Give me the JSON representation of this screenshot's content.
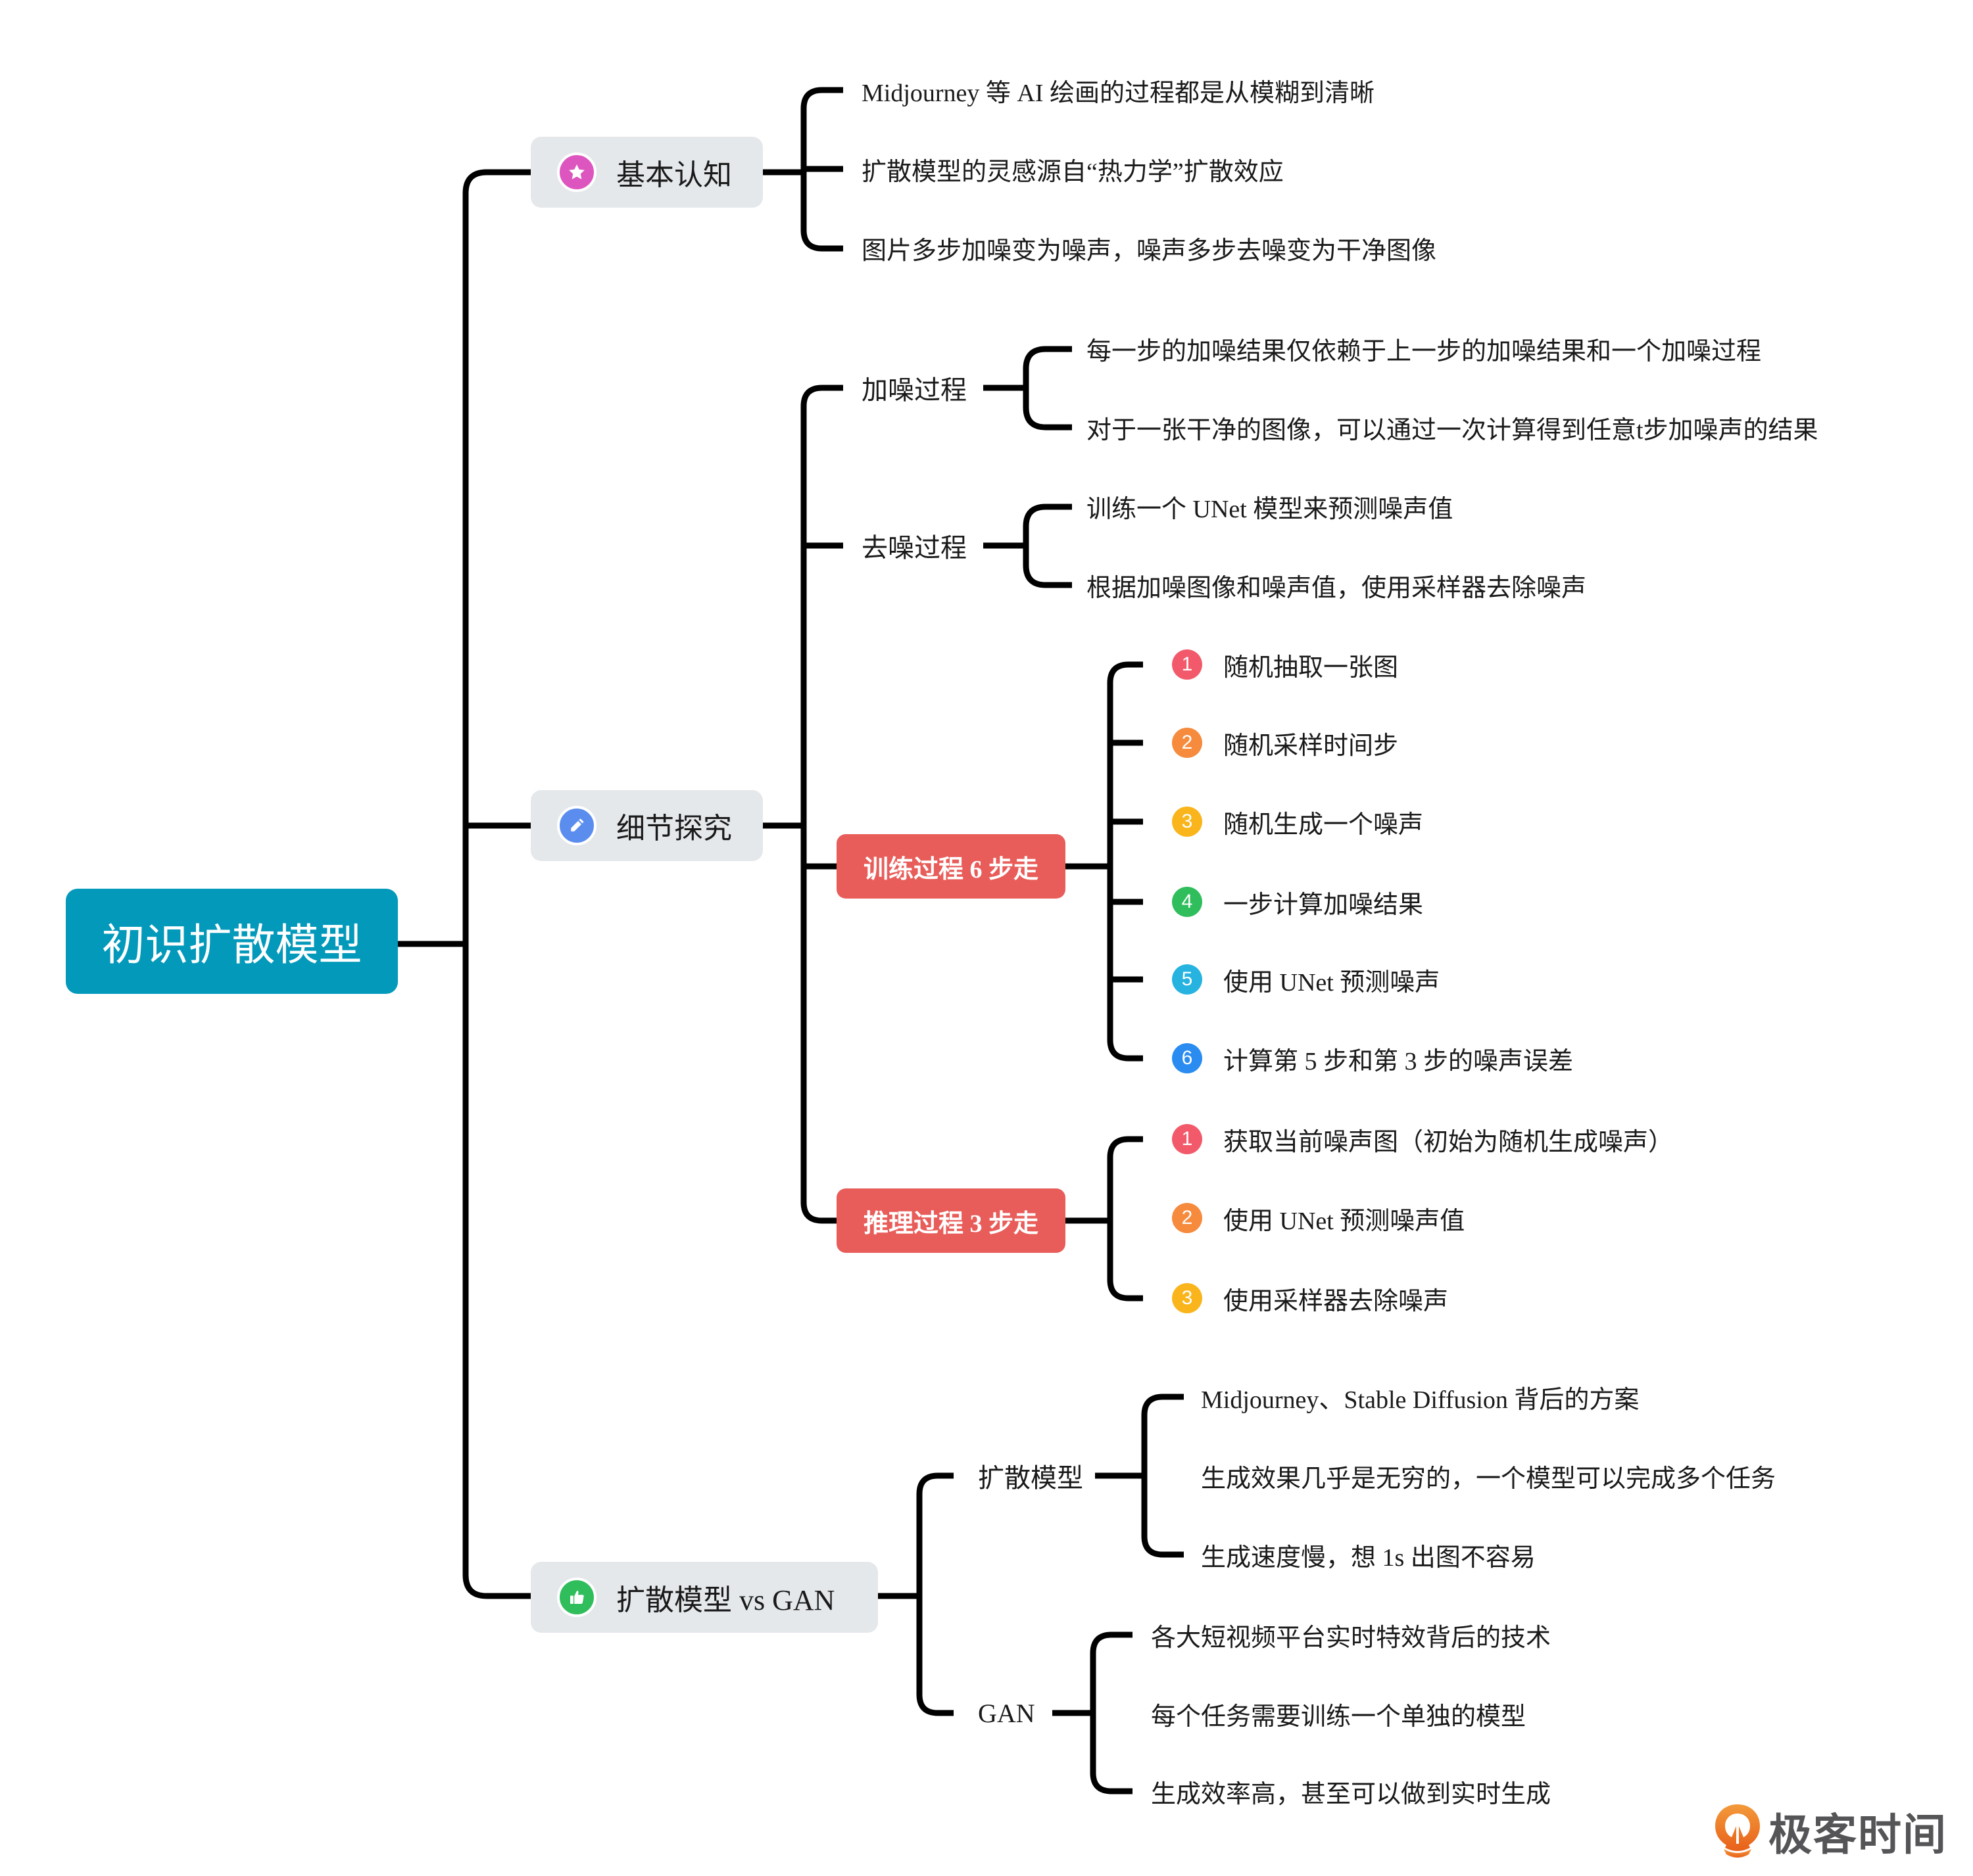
{
  "root": {
    "label": "初识扩散模型",
    "color": "#0399bb"
  },
  "branches": [
    {
      "label": "基本认知",
      "icon": "star-icon",
      "icon_color": "#dd55be",
      "children": [
        "Midjourney 等 AI 绘画的过程都是从模糊到清晰",
        "扩散模型的灵感源自“热力学”扩散效应",
        "图片多步加噪变为噪声，噪声多步去噪变为干净图像"
      ]
    },
    {
      "label": "细节探究",
      "icon": "pencil-icon",
      "icon_color": "#5b8def",
      "children": [
        {
          "label": "加噪过程",
          "children": [
            "每一步的加噪结果仅依赖于上一步的加噪结果和一个加噪过程",
            "对于一张干净的图像，可以通过一次计算得到任意t步加噪声的结果"
          ]
        },
        {
          "label": "去噪过程",
          "children": [
            "训练一个 UNet 模型来预测噪声值",
            "根据加噪图像和噪声值，使用采样器去除噪声"
          ]
        },
        {
          "label": "训练过程 6 步走",
          "highlight_color": "#e85d5a",
          "steps": [
            {
              "num": "1",
              "text": "随机抽取一张图",
              "color": "#f25a6b"
            },
            {
              "num": "2",
              "text": "随机采样时间步",
              "color": "#f68a3d"
            },
            {
              "num": "3",
              "text": "随机生成一个噪声",
              "color": "#f9b51b"
            },
            {
              "num": "4",
              "text": "一步计算加噪结果",
              "color": "#2fbe5b"
            },
            {
              "num": "5",
              "text": "使用 UNet 预测噪声",
              "color": "#26b3e0"
            },
            {
              "num": "6",
              "text": "计算第 5 步和第 3 步的噪声误差",
              "color": "#2a8cf0"
            }
          ]
        },
        {
          "label": "推理过程 3 步走",
          "highlight_color": "#e85d5a",
          "steps": [
            {
              "num": "1",
              "text": "获取当前噪声图（初始为随机生成噪声）",
              "color": "#f25a6b"
            },
            {
              "num": "2",
              "text": "使用 UNet 预测噪声值",
              "color": "#f68a3d"
            },
            {
              "num": "3",
              "text": "使用采样器去除噪声",
              "color": "#f9b51b"
            }
          ]
        }
      ]
    },
    {
      "label": "扩散模型 vs GAN",
      "icon": "thumbs-up-icon",
      "icon_color": "#2fbe5b",
      "children": [
        {
          "label": "扩散模型",
          "children": [
            "Midjourney、Stable Diffusion 背后的方案",
            "生成效果几乎是无穷的，一个模型可以完成多个任务",
            "生成速度慢，想 1s 出图不容易"
          ]
        },
        {
          "label": "GAN",
          "children": [
            "各大短视频平台实时特效背后的技术",
            "每个任务需要训练一个单独的模型",
            "生成效率高，甚至可以做到实时生成"
          ]
        }
      ]
    }
  ],
  "logo": {
    "text": "极客时间",
    "color": "#f07a22"
  }
}
